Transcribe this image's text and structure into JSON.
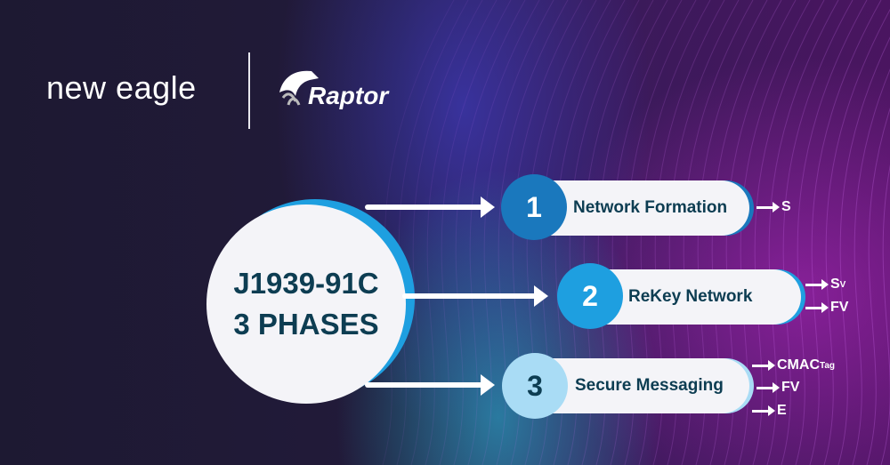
{
  "logos": {
    "new_eagle": "new eagle",
    "raptor": "Raptor"
  },
  "center": {
    "line1": "J1939-91C",
    "line2": "3 PHASES"
  },
  "phases": [
    {
      "number": "1",
      "label": "Network Formation",
      "color": "#1a78bd",
      "outputs": [
        {
          "text": "S",
          "sub": ""
        }
      ]
    },
    {
      "number": "2",
      "label": "ReKey Network",
      "color": "#1e9fe0",
      "outputs": [
        {
          "text": "S",
          "sub": "V"
        },
        {
          "text": "FV",
          "sub": ""
        }
      ]
    },
    {
      "number": "3",
      "label": "Secure Messaging",
      "color": "#a9dcf5",
      "outputs": [
        {
          "text": "CMAC",
          "sub": "Tag"
        },
        {
          "text": "FV",
          "sub": ""
        },
        {
          "text": "E",
          "sub": ""
        }
      ]
    }
  ]
}
